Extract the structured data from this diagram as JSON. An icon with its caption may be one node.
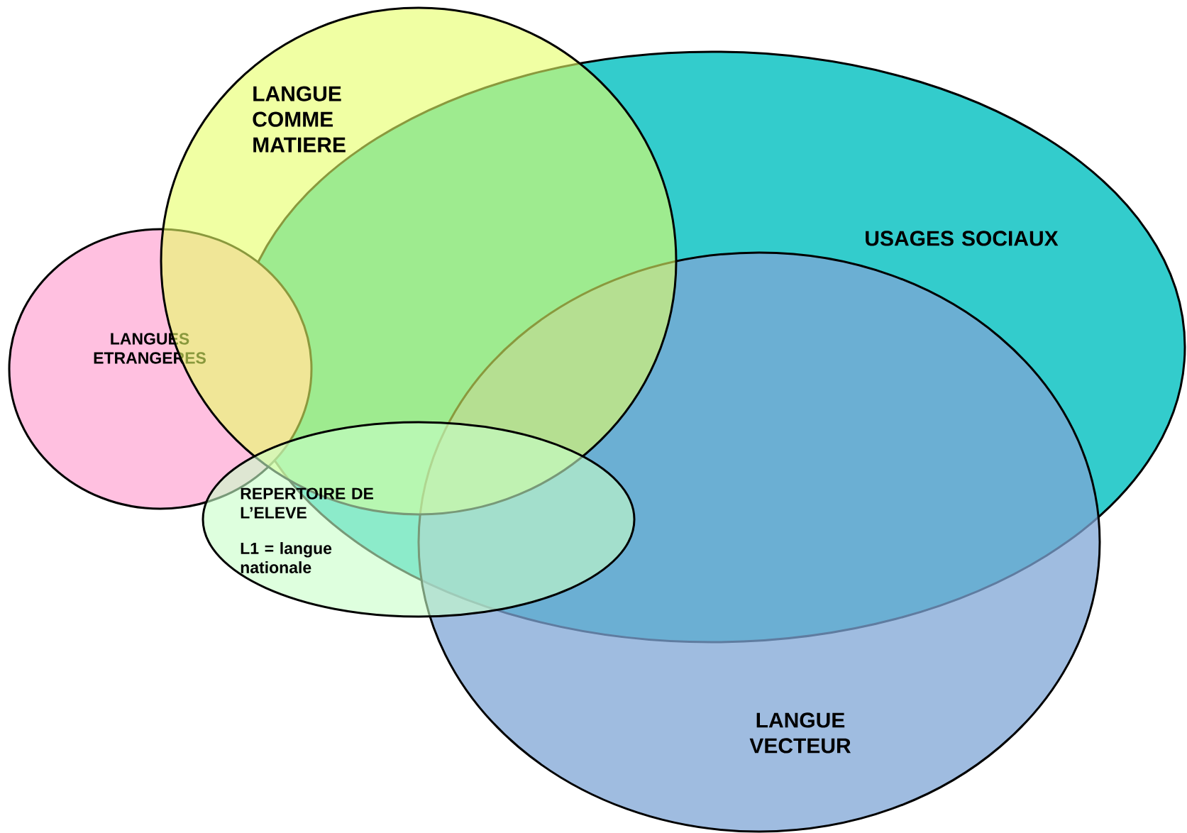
{
  "diagram": {
    "nodes": [
      {
        "text": [
          "LANGUE COMME MATIERE"
        ]
      },
      {
        "text": [
          "USAGES SOCIAUX"
        ]
      },
      {
        "text": [
          "LANGUES ETRANGERES"
        ]
      },
      {
        "text": [
          "REPERTOIRE DE L’ELEVE",
          "L1 = langue nationale"
        ]
      },
      {
        "text": [
          "LANGUE VECTEUR"
        ]
      }
    ]
  }
}
